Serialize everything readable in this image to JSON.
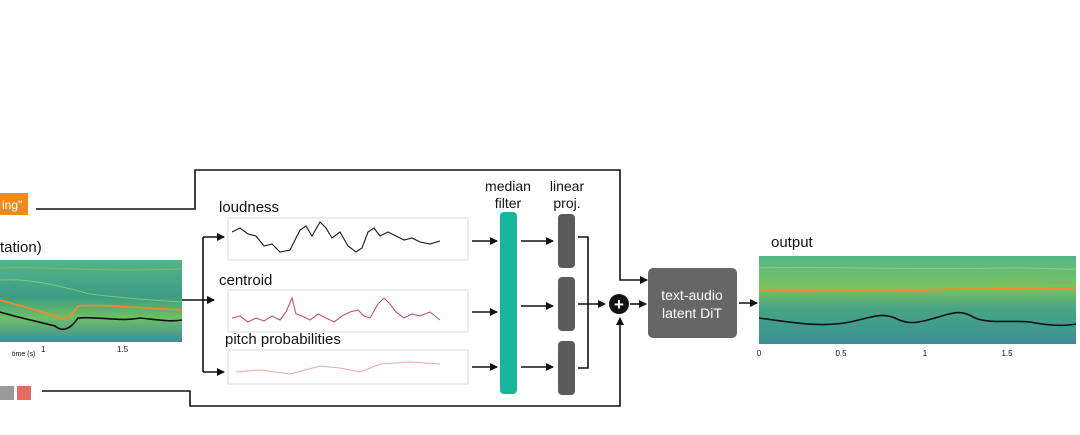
{
  "inputs": {
    "text_prompt_fragment": "ing\"",
    "spectrogram_caption_fragment": "tation)",
    "input_axis": {
      "time_label": "time (s)",
      "ticks": [
        "1",
        "1.5"
      ]
    }
  },
  "features": {
    "loudness": "loudness",
    "centroid": "centroid",
    "pitch": "pitch probabilities"
  },
  "stages": {
    "median_filter": [
      "median",
      "filter"
    ],
    "linear_proj": [
      "linear",
      "proj."
    ],
    "plus_symbol": "+",
    "dit": [
      "text-audio",
      "latent DiT"
    ]
  },
  "output": {
    "title": "output",
    "ticks": [
      "0",
      "0.5",
      "1",
      "1.5"
    ]
  },
  "colors": {
    "orange_prompt": "#f08a1c",
    "median_filter": "#17b59a",
    "linear_proj": "#5b5b5b",
    "dit_box": "#666666",
    "spectrogram_base": "#3f9a78",
    "orange_line": "#f28a2a",
    "swatch_gray": "#9a9a9a",
    "swatch_red": "#e56a60"
  }
}
